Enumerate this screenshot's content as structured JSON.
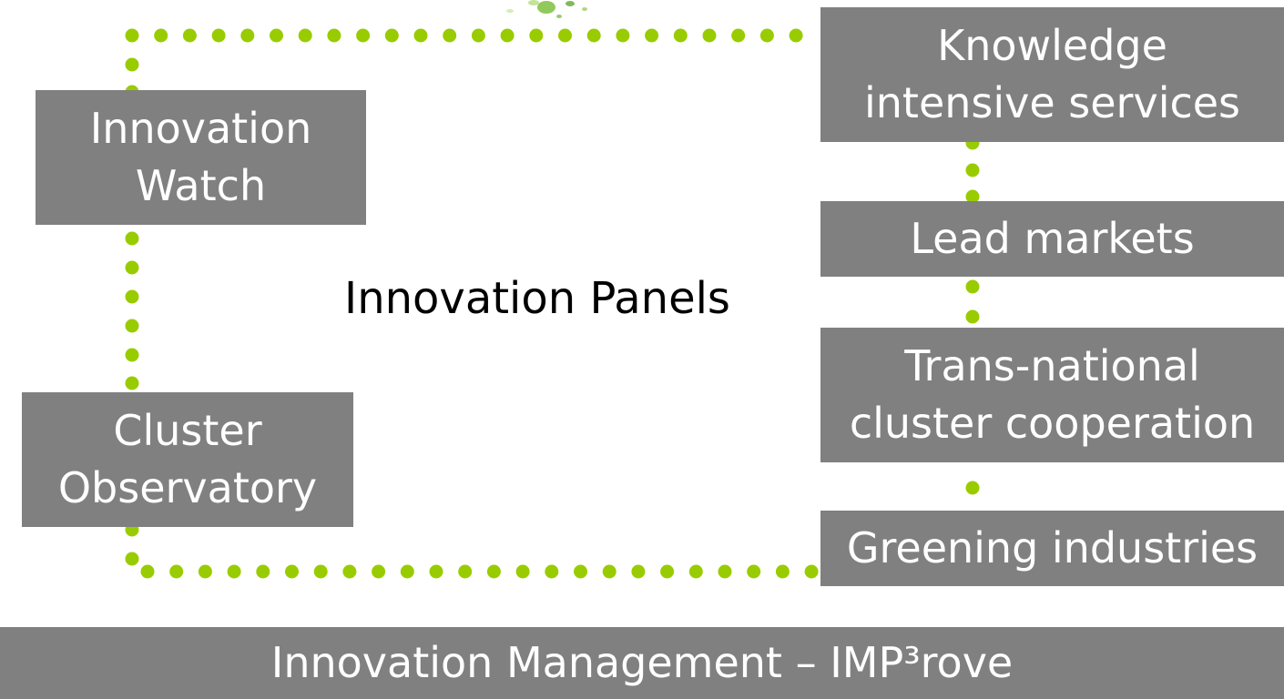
{
  "colors": {
    "box_fill": "#808080",
    "box_text": "#ffffff",
    "dot_green": "#99cc00",
    "label_text": "#000000"
  },
  "decor": {
    "top_logo_fragment": "green-leaf-icon"
  },
  "left_boxes": {
    "innovation_watch": {
      "line1": "Innovation",
      "line2": "Watch"
    },
    "cluster_observatory": {
      "line1": "Cluster",
      "line2": "Observatory"
    }
  },
  "center": {
    "label": "Innovation Panels"
  },
  "right_boxes": {
    "knowledge_intensive_services": {
      "line1": "Knowledge",
      "line2": "intensive services"
    },
    "lead_markets": {
      "line1": "Lead markets"
    },
    "trans_national_cluster_cooperation": {
      "line1": "Trans-national",
      "line2": "cluster cooperation"
    },
    "greening_industries": {
      "line1": "Greening industries"
    }
  },
  "footer": {
    "label": "Innovation Management – IMP³rove"
  }
}
